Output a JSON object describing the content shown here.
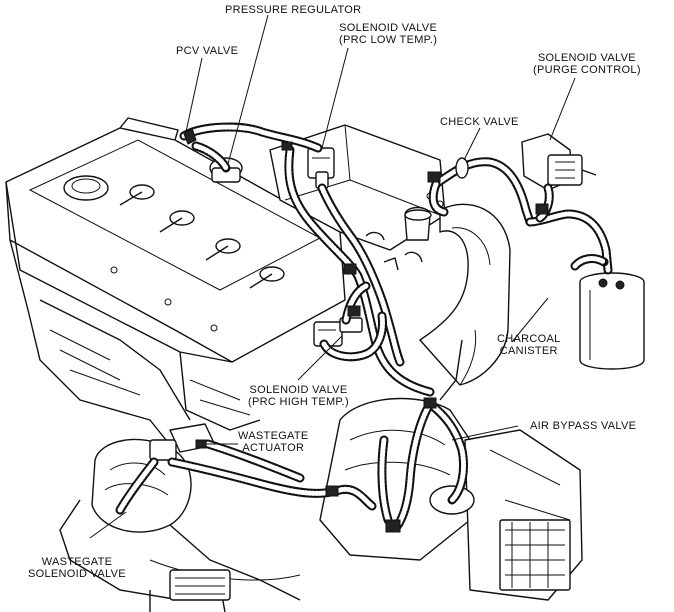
{
  "labels": {
    "pressure_regulator": "PRESSURE REGULATOR",
    "pcv_valve": "PCV VALVE",
    "solenoid_prc_low": [
      "SOLENOID VALVE",
      "(PRC LOW TEMP.)"
    ],
    "solenoid_purge": [
      "SOLENOID VALVE",
      "(PURGE CONTROL)"
    ],
    "check_valve": "CHECK VALVE",
    "charcoal_canister": [
      "CHARCOAL",
      "CANISTER"
    ],
    "solenoid_prc_high": [
      "SOLENOID VALVE",
      "(PRC HIGH TEMP.)"
    ],
    "air_bypass_valve": "AIR BYPASS VALVE",
    "wastegate_actuator": [
      "WASTEGATE",
      "ACTUATOR"
    ],
    "wastegate_solenoid": [
      "WASTEGATE",
      "SOLENOID VALVE"
    ]
  }
}
